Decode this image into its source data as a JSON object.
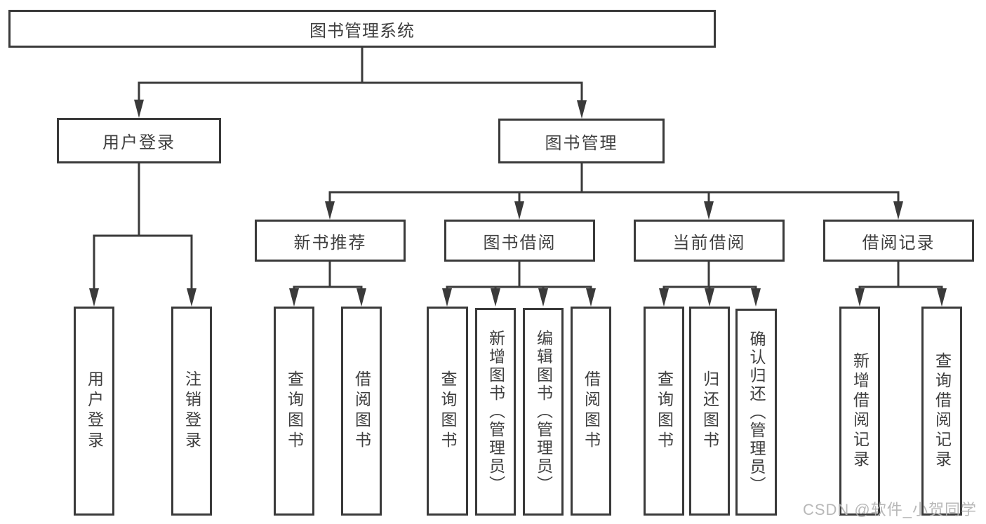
{
  "diagram": {
    "type": "hierarchy-tree",
    "title": "图书管理系统",
    "colors": {
      "line": "#3a3a3a",
      "box_border": "#3a3a3a",
      "text": "#3f3f3f",
      "background": "#ffffff",
      "watermark": "#b3b3b3"
    },
    "tree": {
      "label": "图书管理系统",
      "children": [
        {
          "label": "用户登录",
          "children": [
            {
              "label": "用户登录"
            },
            {
              "label": "注销登录"
            }
          ]
        },
        {
          "label": "图书管理",
          "children": [
            {
              "label": "新书推荐",
              "children": [
                {
                  "label": "查询图书"
                },
                {
                  "label": "借阅图书"
                }
              ]
            },
            {
              "label": "图书借阅",
              "children": [
                {
                  "label": "查询图书"
                },
                {
                  "label": "新增图书（管理员）"
                },
                {
                  "label": "编辑图书（管理员）"
                },
                {
                  "label": "借阅图书"
                }
              ]
            },
            {
              "label": "当前借阅",
              "children": [
                {
                  "label": "查询图书"
                },
                {
                  "label": "归还图书"
                },
                {
                  "label": "确认归还（管理员）"
                }
              ]
            },
            {
              "label": "借阅记录",
              "children": [
                {
                  "label": "新增借阅记录"
                },
                {
                  "label": "查询借阅记录"
                }
              ]
            }
          ]
        }
      ]
    }
  },
  "watermark": "CSDN @软件_小贺同学"
}
